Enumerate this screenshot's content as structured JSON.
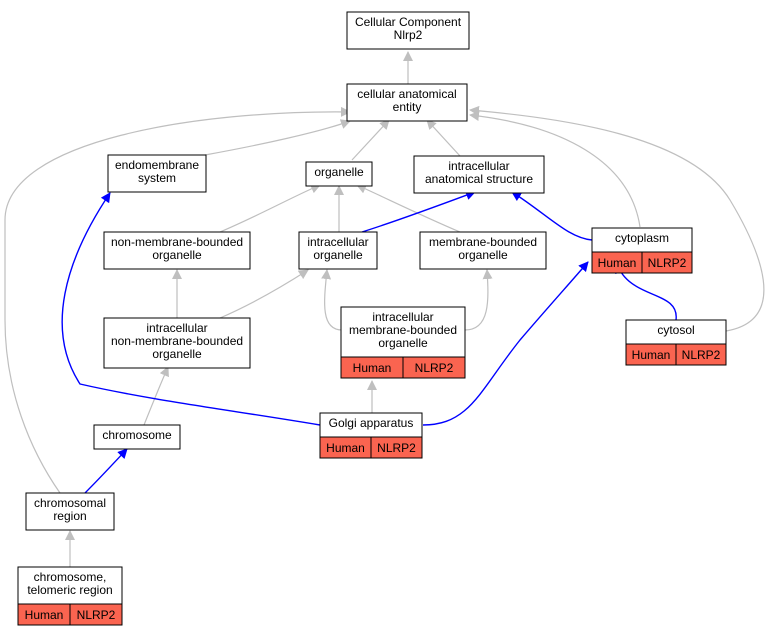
{
  "colors": {
    "edge_is_a": "#bfbfbf",
    "edge_part_of": "#0000ff",
    "annotation_fill": "#fa6450",
    "node_fill": "#ffffff"
  },
  "nodes": {
    "root": {
      "lines": [
        "Cellular Component",
        "Nlrp2"
      ],
      "annotations": []
    },
    "cae": {
      "lines": [
        "cellular anatomical",
        "entity"
      ],
      "annotations": []
    },
    "endomembrane": {
      "lines": [
        "endomembrane",
        "system"
      ],
      "annotations": []
    },
    "organelle": {
      "lines": [
        "organelle"
      ],
      "annotations": []
    },
    "ias": {
      "lines": [
        "intracellular",
        "anatomical structure"
      ],
      "annotations": []
    },
    "nmbo": {
      "lines": [
        "non-membrane-bounded",
        "organelle"
      ],
      "annotations": []
    },
    "io": {
      "lines": [
        "intracellular",
        "organelle"
      ],
      "annotations": []
    },
    "mbo": {
      "lines": [
        "membrane-bounded",
        "organelle"
      ],
      "annotations": []
    },
    "cytoplasm": {
      "lines": [
        "cytoplasm"
      ],
      "annotations": [
        "Human",
        "NLRP2"
      ]
    },
    "inmbo": {
      "lines": [
        "intracellular",
        "non-membrane-bounded",
        "organelle"
      ],
      "annotations": []
    },
    "imbo": {
      "lines": [
        "intracellular",
        "membrane-bounded",
        "organelle"
      ],
      "annotations": [
        "Human",
        "NLRP2"
      ]
    },
    "cytosol": {
      "lines": [
        "cytosol"
      ],
      "annotations": [
        "Human",
        "NLRP2"
      ]
    },
    "golgi": {
      "lines": [
        "Golgi apparatus"
      ],
      "annotations": [
        "Human",
        "NLRP2"
      ]
    },
    "chromosome": {
      "lines": [
        "chromosome"
      ],
      "annotations": []
    },
    "chromregion": {
      "lines": [
        "chromosomal",
        "region"
      ],
      "annotations": []
    },
    "telomeric": {
      "lines": [
        "chromosome,",
        "telomeric region"
      ],
      "annotations": [
        "Human",
        "NLRP2"
      ]
    }
  },
  "edges": [
    {
      "from": "cae",
      "to": "root",
      "type": "is_a"
    },
    {
      "from": "endomembrane",
      "to": "cae",
      "type": "is_a"
    },
    {
      "from": "organelle",
      "to": "cae",
      "type": "is_a"
    },
    {
      "from": "ias",
      "to": "cae",
      "type": "is_a"
    },
    {
      "from": "cytoplasm",
      "to": "cae",
      "type": "is_a"
    },
    {
      "from": "cytosol",
      "to": "cae",
      "type": "is_a"
    },
    {
      "from": "chromregion",
      "to": "cae",
      "type": "is_a"
    },
    {
      "from": "nmbo",
      "to": "organelle",
      "type": "is_a"
    },
    {
      "from": "io",
      "to": "organelle",
      "type": "is_a"
    },
    {
      "from": "mbo",
      "to": "organelle",
      "type": "is_a"
    },
    {
      "from": "io",
      "to": "ias",
      "type": "part_of"
    },
    {
      "from": "cytoplasm",
      "to": "ias",
      "type": "part_of"
    },
    {
      "from": "inmbo",
      "to": "nmbo",
      "type": "is_a"
    },
    {
      "from": "inmbo",
      "to": "io",
      "type": "is_a"
    },
    {
      "from": "imbo",
      "to": "io",
      "type": "is_a"
    },
    {
      "from": "imbo",
      "to": "mbo",
      "type": "is_a"
    },
    {
      "from": "cytosol",
      "to": "cytoplasm",
      "type": "part_of"
    },
    {
      "from": "golgi",
      "to": "cytoplasm",
      "type": "part_of"
    },
    {
      "from": "golgi",
      "to": "endomembrane",
      "type": "part_of"
    },
    {
      "from": "golgi",
      "to": "imbo",
      "type": "is_a"
    },
    {
      "from": "chromosome",
      "to": "inmbo",
      "type": "is_a"
    },
    {
      "from": "chromregion",
      "to": "chromosome",
      "type": "part_of"
    },
    {
      "from": "telomeric",
      "to": "chromregion",
      "type": "is_a"
    }
  ]
}
